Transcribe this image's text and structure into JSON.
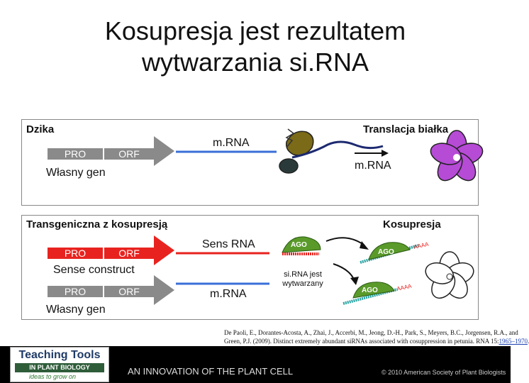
{
  "title_line1": "Kosupresja jest rezultatem",
  "title_line2": "wytwarzania si.RNA",
  "panel1": {
    "label_left": "Dzika",
    "label_right": "Translacja białka",
    "gene_pro": "PRO",
    "gene_orf": "ORF",
    "gene_caption": "Własny gen",
    "mrna_top": "m.RNA",
    "mrna_right": "m.RNA"
  },
  "panel2": {
    "label_left": "Transgeniczna z kosupresją",
    "label_right": "Kosupresja",
    "sense_pro": "PRO",
    "sense_orf": "ORF",
    "sense_caption": "Sense construct",
    "own_pro": "PRO",
    "own_orf": "ORF",
    "own_caption": "Własny gen",
    "sens_rna": "Sens RNA",
    "mrna": "m.RNA",
    "sirna_line1": "si.RNA jest",
    "sirna_line2": "wytwarzany",
    "ago": "AGO",
    "polya": "AAAA"
  },
  "citation": {
    "line1": "De Paoli, E., Dorantes-Acosta, A., Zhai, J., Accerbi, M., Jeong, D.-H., Park, S., Meyers, B.C., Jorgensen, R.A., and",
    "line2": "Green, P.J. (2009). Distinct extremely abundant siRNAs associated with cosuppression in petunia. RNA 15:",
    "link": "1965–1970",
    "end": "."
  },
  "footer": {
    "logo_line1": "Teaching Tools",
    "logo_line2": "IN PLANT BIOLOGY",
    "logo_line3": "ideas to grow on",
    "innovation": "AN INNOVATION OF THE PLANT CELL",
    "copyright": "© 2010 American Society of Plant Biologists"
  },
  "colors": {
    "gene_gray": "#8a8a8a",
    "sense_red": "#e8231f",
    "arrow_blue": "#3a6fd8",
    "flower_purple": "#b64bd6",
    "ago_green": "#5a9a2a",
    "rna_teal": "#2aa3a3"
  }
}
